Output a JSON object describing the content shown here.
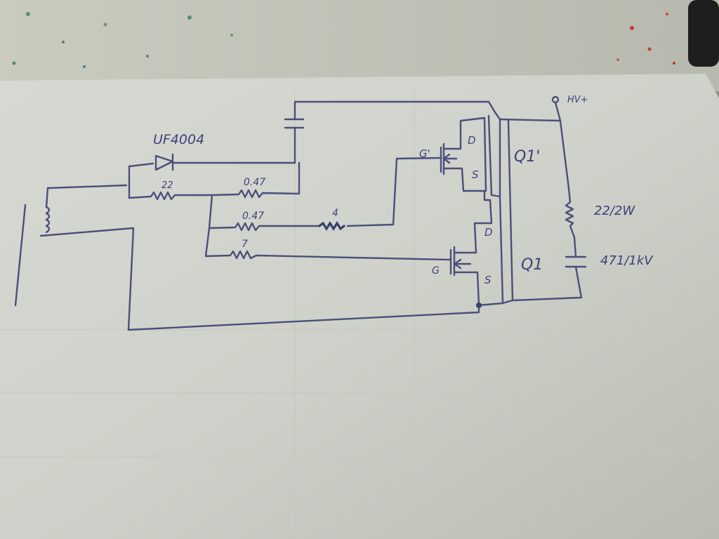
{
  "labels": {
    "diode": "UF4004",
    "hv": "HV+",
    "r_22": "22",
    "r_047_top": "0.47",
    "r_047_mid": "0.47",
    "r_4": "4",
    "r_7": "7",
    "q_top_gate": "G'",
    "q_top_drain": "D",
    "q_top_source": "S",
    "q_top_name": "Q1'",
    "q_bot_gate": "G",
    "q_bot_drain": "D",
    "q_bot_source": "S",
    "q_bot_name": "Q1",
    "r_snubber": "22/2W",
    "c_snubber": "471/1kV"
  },
  "colors": {
    "paper": "#d9dcd6",
    "ink": "#4a4f7a"
  }
}
